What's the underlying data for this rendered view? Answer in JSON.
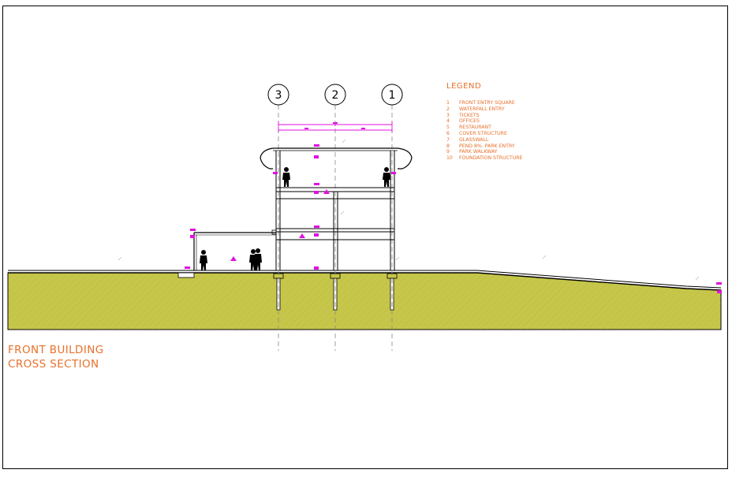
{
  "drawing": {
    "title_line1": "FRONT BUILDING",
    "title_line2": "CROSS SECTION"
  },
  "legend": {
    "title": "LEGEND",
    "items": [
      {
        "num": "1",
        "label": "FRONT ENTRY SQUARE"
      },
      {
        "num": "2",
        "label": "WATERFALL ENTRY"
      },
      {
        "num": "3",
        "label": "TICKETS"
      },
      {
        "num": "4",
        "label": "OFFICES"
      },
      {
        "num": "5",
        "label": "RESTAURANT"
      },
      {
        "num": "6",
        "label": "COVER STRUCTURE"
      },
      {
        "num": "7",
        "label": "GLASSWALL"
      },
      {
        "num": "8",
        "label": "PEND 8%. PARK ENTRY"
      },
      {
        "num": "9",
        "label": "PARK WALKWAY"
      },
      {
        "num": "10",
        "label": "FOUNDATION STRUCTURE"
      }
    ]
  },
  "grid_markers": [
    {
      "label": "3"
    },
    {
      "label": "2"
    },
    {
      "label": "1"
    }
  ],
  "colors": {
    "ground_fill": "#c6c64a",
    "annotation_orange": "#e8702a",
    "dimension_magenta": "#e010e0",
    "line": "#000000"
  }
}
